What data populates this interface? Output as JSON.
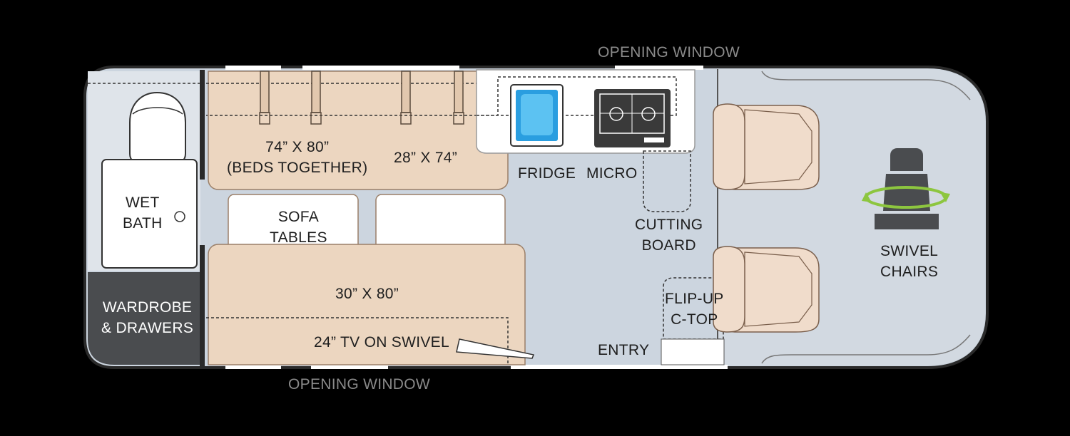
{
  "labels": {
    "opening_window_top": "OPENING WINDOW",
    "opening_window_bottom": "OPENING WINDOW",
    "bed_together": "74” X 80”\n(BEDS TOGETHER)",
    "bed_side": "28” X 74”",
    "wet_bath": "WET\nBATH",
    "wardrobe": "WARDROBE\n& DRAWERS",
    "sofa_tables": "SOFA\nTABLES",
    "sofa_bed": "30” X 80”",
    "tv": "24” TV ON SWIVEL",
    "fridge": "FRIDGE",
    "micro": "MICRO",
    "cutting_board": "CUTTING\nBOARD",
    "flip_up": "FLIP-UP\nC-TOP",
    "entry": "ENTRY",
    "swivel_chairs": "SWIVEL\nCHAIRS"
  },
  "colors": {
    "floor": "#ccd5df",
    "cab": "#d2d9e1",
    "bed": "#ecd6c0",
    "bed_edge": "#9a7f68",
    "wardrobe": "#4a4c4f",
    "seat": "#f0dccb"
  }
}
